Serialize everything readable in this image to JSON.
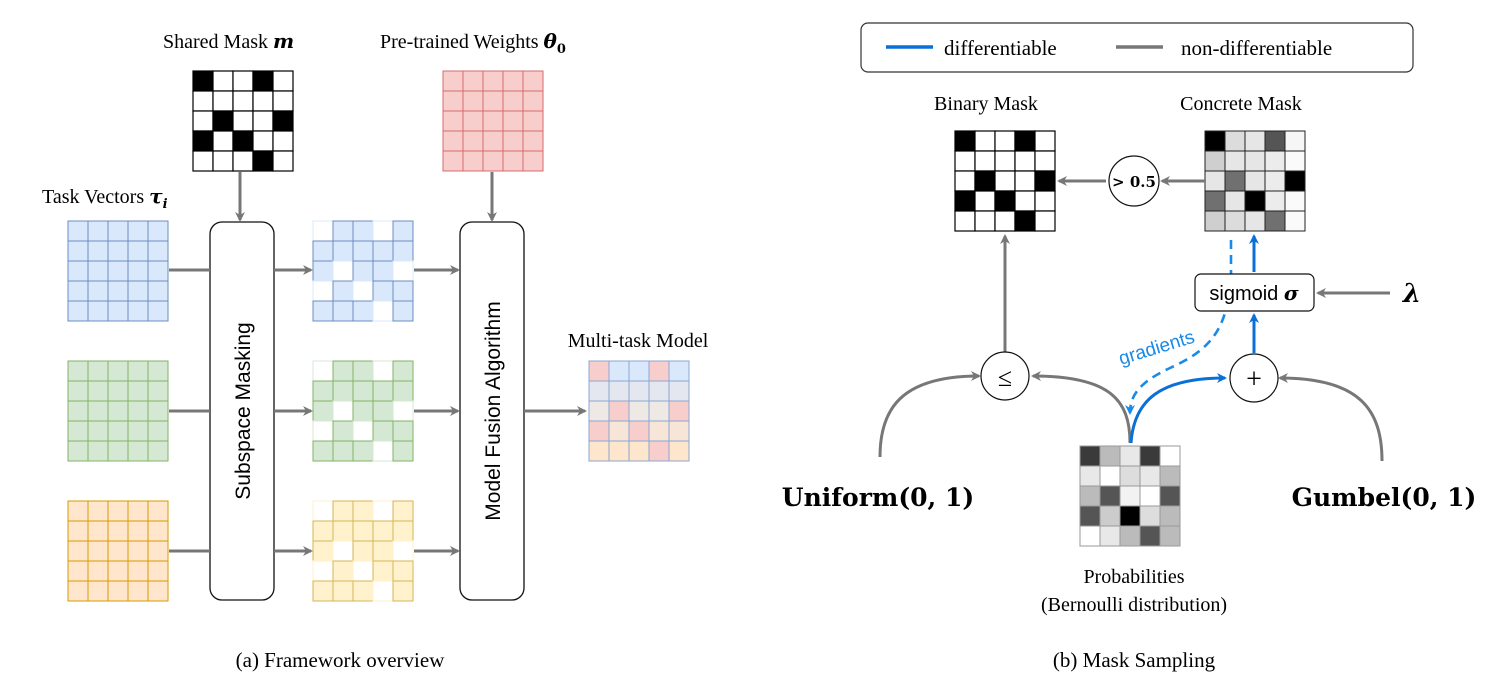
{
  "panel_a": {
    "caption": "(a) Framework overview",
    "shared_mask": {
      "label": "Shared Mask ",
      "symbol": "m",
      "cells": [
        [
          1,
          0,
          0,
          1,
          0
        ],
        [
          0,
          0,
          0,
          0,
          0
        ],
        [
          0,
          1,
          0,
          0,
          1
        ],
        [
          1,
          0,
          1,
          0,
          0
        ],
        [
          0,
          0,
          0,
          1,
          0
        ]
      ]
    },
    "pretrained": {
      "label": "Pre-trained Weights ",
      "symbol": "θ",
      "subscript": "0",
      "fill": "#f8cecc",
      "stroke": "#d86b6b"
    },
    "task_vectors": {
      "label": "Task Vectors ",
      "symbol": "τ",
      "subscript": "i",
      "items": [
        {
          "name": "task-vector-blue",
          "fill": "#dae8fc",
          "stroke": "#6c8ebf",
          "masked_fill": "#dae8fc",
          "masked_stroke": "#6c8ebf"
        },
        {
          "name": "task-vector-green",
          "fill": "#d5e8d4",
          "stroke": "#82b366",
          "masked_fill": "#d5e8d4",
          "masked_stroke": "#82b366"
        },
        {
          "name": "task-vector-orange",
          "fill": "#ffe6cc",
          "stroke": "#d79b00",
          "masked_fill": "#fff2cc",
          "masked_stroke": "#d6b656"
        }
      ]
    },
    "subspace_masking": "Subspace Masking",
    "model_fusion": "Model Fusion Algorithm",
    "multitask": {
      "label": "Multi-task Model",
      "stroke": "#8ca6d0",
      "cells": [
        [
          "#f8cecc",
          "#dae8fc",
          "#dae8fc",
          "#f8cecc",
          "#dae8fc"
        ],
        [
          "#e4e7ef",
          "#e4e7ef",
          "#e4e7ef",
          "#e4e7ef",
          "#e4e7ef"
        ],
        [
          "#efe9e6",
          "#f8cecc",
          "#efe9e6",
          "#efe9e6",
          "#f8cecc"
        ],
        [
          "#f8cecc",
          "#f7e6d8",
          "#f8cecc",
          "#f7e6d8",
          "#f7e6d8"
        ],
        [
          "#fde6cc",
          "#fde6cc",
          "#fde6cc",
          "#f8cecc",
          "#fde6cc"
        ]
      ]
    }
  },
  "panel_b": {
    "caption": "(b)  Mask Sampling",
    "legend": {
      "differentiable": {
        "label": "differentiable",
        "color": "#0b6fd8"
      },
      "non_differentiable": {
        "label": "non-differentiable",
        "color": "#777777"
      }
    },
    "binary_mask": {
      "label": "Binary Mask",
      "cells": [
        [
          1,
          0,
          0,
          1,
          0
        ],
        [
          0,
          0,
          0,
          0,
          0
        ],
        [
          0,
          1,
          0,
          0,
          1
        ],
        [
          1,
          0,
          1,
          0,
          0
        ],
        [
          0,
          0,
          0,
          1,
          0
        ]
      ]
    },
    "threshold": "> 0.5",
    "concrete_mask": {
      "label": "Concrete Mask",
      "cells": [
        [
          "#000000",
          "#dcdcdc",
          "#e6e6e6",
          "#555555",
          "#f6f6f6"
        ],
        [
          "#cfcfcf",
          "#e6e6e6",
          "#e6e6e6",
          "#ececec",
          "#fafafa"
        ],
        [
          "#e6e6e6",
          "#707070",
          "#e6e6e6",
          "#ececec",
          "#000000"
        ],
        [
          "#707070",
          "#e6e6e6",
          "#000000",
          "#ececec",
          "#fafafa"
        ],
        [
          "#cfcfcf",
          "#dcdcdc",
          "#e6e6e6",
          "#707070",
          "#fafafa"
        ]
      ]
    },
    "sigmoid": {
      "text": "sigmoid ",
      "symbol": "σ"
    },
    "lambda": "λ",
    "gradients": "gradients",
    "leq": "≤",
    "plus": "+",
    "uniform": "Uniform(0, 1)",
    "gumbel": "Gumbel(0, 1)",
    "probabilities": {
      "label": "Probabilities",
      "sublabel": "(Bernoulli distribution)",
      "cells": [
        [
          "#3a3a3a",
          "#bbbbbb",
          "#e8e8e8",
          "#3a3a3a",
          "#ffffff"
        ],
        [
          "#e8e8e8",
          "#ffffff",
          "#dddddd",
          "#e8e8e8",
          "#bbbbbb"
        ],
        [
          "#bbbbbb",
          "#555555",
          "#f2f2f2",
          "#ffffff",
          "#555555"
        ],
        [
          "#555555",
          "#cccccc",
          "#000000",
          "#dddddd",
          "#bbbbbb"
        ],
        [
          "#ffffff",
          "#e8e8e8",
          "#bbbbbb",
          "#555555",
          "#bbbbbb"
        ]
      ]
    }
  }
}
